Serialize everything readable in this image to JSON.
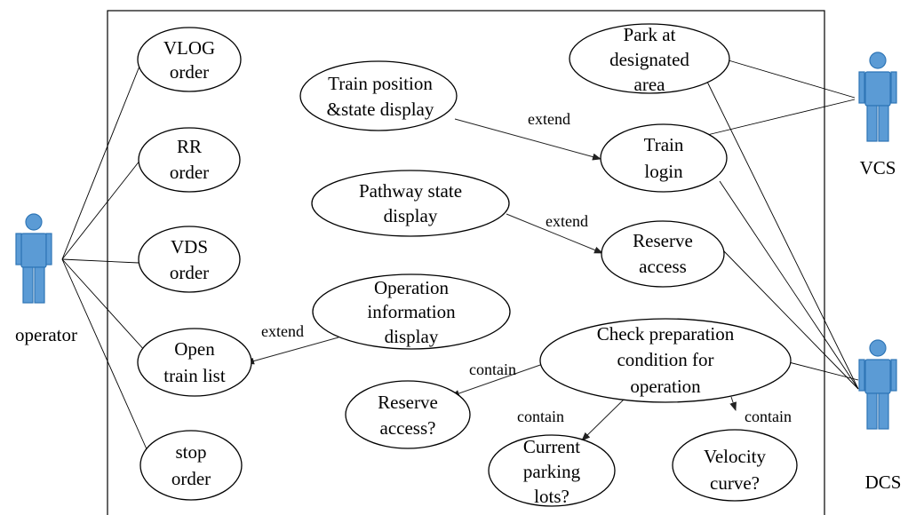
{
  "actors": {
    "operator": "operator",
    "vcs": "VCS",
    "dcs": "DCS"
  },
  "use_cases": {
    "vlog_order": [
      "VLOG",
      "order"
    ],
    "rr_order": [
      "RR",
      "order"
    ],
    "vds_order": [
      "VDS",
      "order"
    ],
    "open_train_list": [
      "Open",
      "train list"
    ],
    "stop_order": [
      "stop",
      "order"
    ],
    "train_position_display": [
      "Train position",
      "&state display"
    ],
    "pathway_state_display": [
      "Pathway state",
      "display"
    ],
    "operation_information_display": [
      "Operation",
      "information",
      "display"
    ],
    "park_at_designated_area": [
      "Park at",
      "designated",
      "area"
    ],
    "train_login": [
      "Train",
      "login"
    ],
    "reserve_access": [
      "Reserve",
      "access"
    ],
    "check_preparation_condition": [
      "Check preparation",
      "condition for",
      "operation"
    ],
    "reserve_access_q": [
      "Reserve",
      "access?"
    ],
    "current_parking_lots": [
      "Current",
      "parking",
      "lots?"
    ],
    "velocity_curve": [
      "Velocity",
      "curve?"
    ]
  },
  "relations": {
    "extend_train_login": "extend",
    "extend_reserve_access": "extend",
    "extend_open_train_list": "extend",
    "contain_reserve_access_q": "contain",
    "contain_current_parking_lots": "contain",
    "contain_velocity_curve": "contain"
  },
  "colors": {
    "actor_fill": "#5b9bd5",
    "actor_stroke": "#2e75b6"
  }
}
